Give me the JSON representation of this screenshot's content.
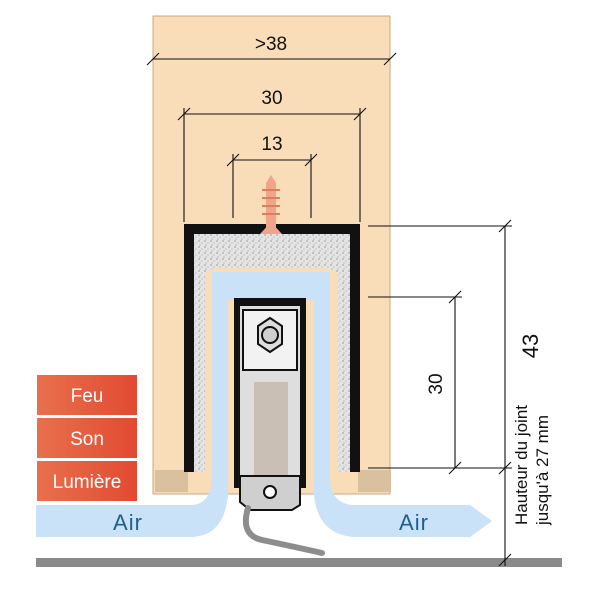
{
  "dimensions": {
    "door_thickness": ">38",
    "profile_width": "30",
    "screw_spacing": "13",
    "profile_height": "43",
    "inner_height": "30"
  },
  "labels": {
    "feu": "Feu",
    "son": "Son",
    "lumiere": "Lumière",
    "air_left": "Air",
    "air_right": "Air",
    "joint_line1": "Hauteur du joint",
    "joint_line2": "jusqu'à 27 mm"
  },
  "colors": {
    "door_wood": "#f9dcb8",
    "foam": "#e2e2e2",
    "air_flow": "#c9e2f7",
    "label_red": "#e35b3b",
    "floor": "#8a8a8a"
  }
}
